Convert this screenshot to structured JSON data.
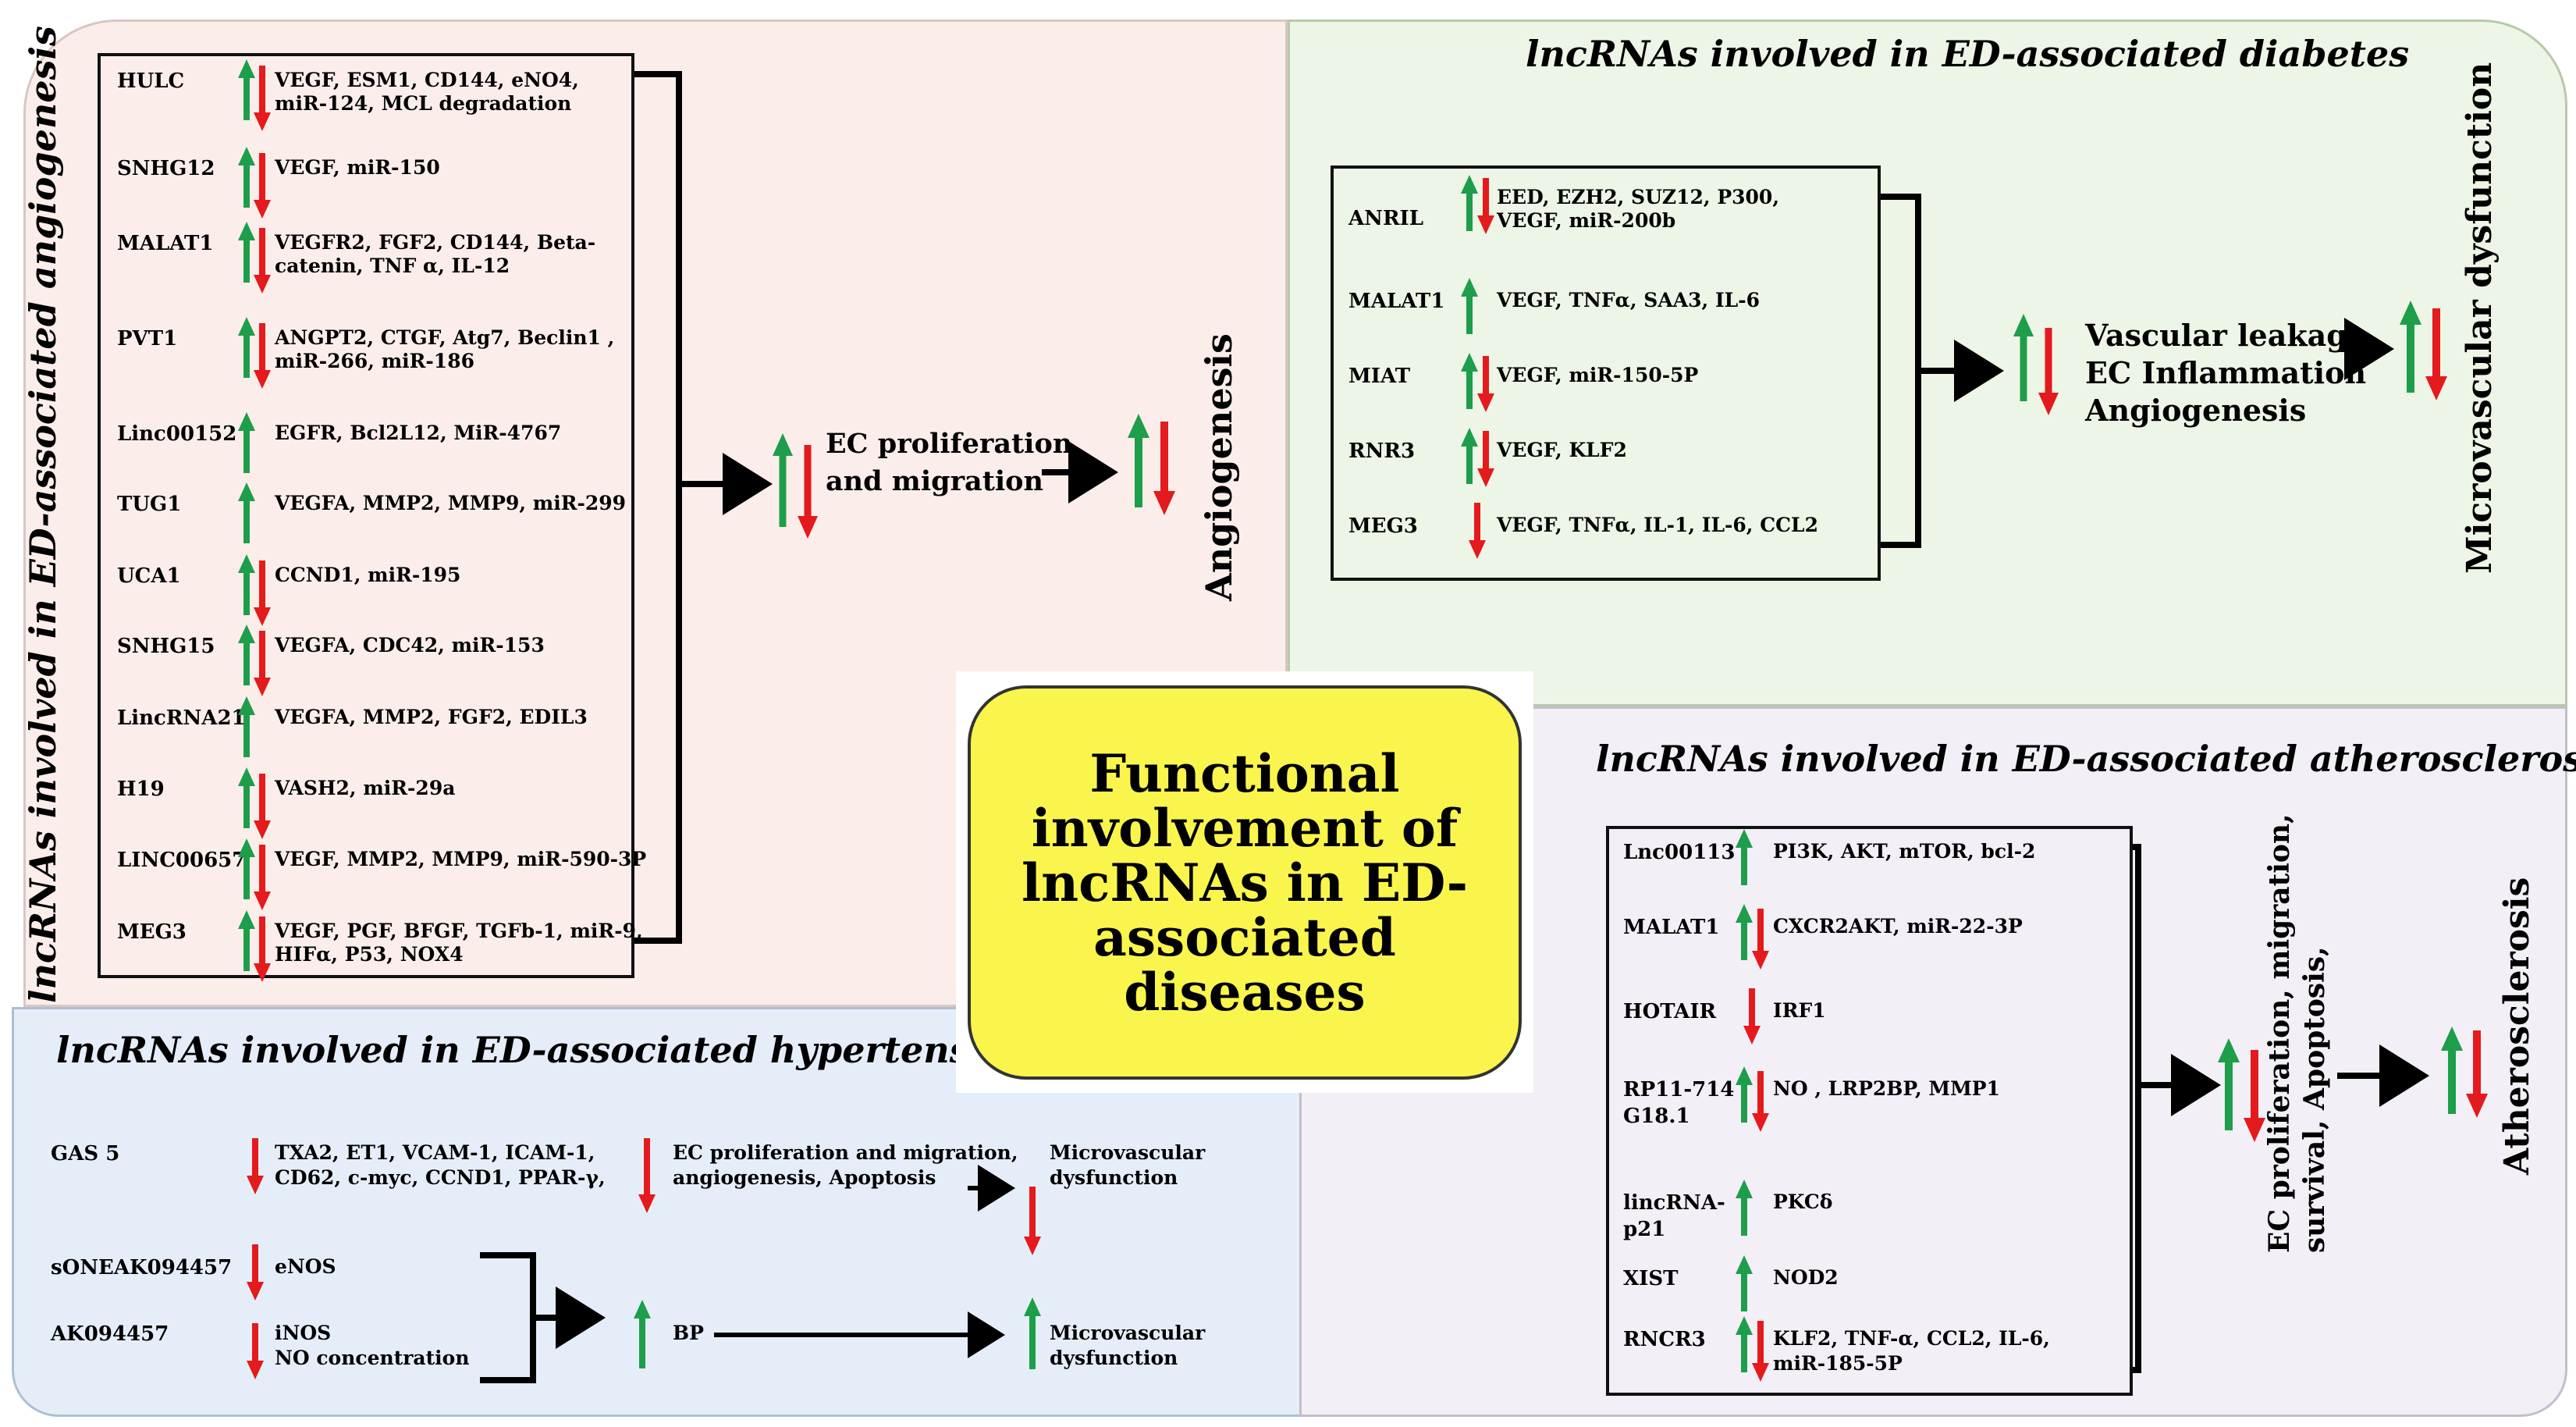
{
  "center": {
    "title": "Functional involvement of lncRNAs in ED-associated diseases"
  },
  "angiogenesis": {
    "title": "lncRNAs involved in ED-associated angiogenesis",
    "items": [
      {
        "name": "HULC",
        "targets": [
          "VEGF, ESM1, CD144, eNO4,",
          "miR-124, MCL degradation"
        ],
        "direction": "both"
      },
      {
        "name": "SNHG12",
        "targets": [
          "VEGF, miR-150"
        ],
        "direction": "both"
      },
      {
        "name": "MALAT1",
        "targets": [
          "VEGFR2, FGF2, CD144, Beta-",
          "catenin, TNF α, IL-12"
        ],
        "direction": "both"
      },
      {
        "name": "PVT1",
        "targets": [
          "ANGPT2, CTGF, Atg7, Beclin1 ,",
          "miR-266, miR-186"
        ],
        "direction": "both"
      },
      {
        "name": "Linc00152",
        "targets": [
          "EGFR, Bcl2L12, MiR-4767"
        ],
        "direction": "up"
      },
      {
        "name": "TUG1",
        "targets": [
          "VEGFA, MMP2, MMP9, miR-299"
        ],
        "direction": "up"
      },
      {
        "name": "UCA1",
        "targets": [
          "CCND1, miR-195"
        ],
        "direction": "both"
      },
      {
        "name": "SNHG15",
        "targets": [
          "VEGFA, CDC42, miR-153"
        ],
        "direction": "both"
      },
      {
        "name": "LincRNA21",
        "targets": [
          "VEGFA, MMP2, FGF2, EDIL3"
        ],
        "direction": "up"
      },
      {
        "name": "H19",
        "targets": [
          "VASH2, miR-29a"
        ],
        "direction": "both"
      },
      {
        "name": "LINC00657",
        "targets": [
          "VEGF, MMP2, MMP9, miR-590-3P"
        ],
        "direction": "both"
      },
      {
        "name": "MEG3",
        "targets": [
          "VEGF, PGF, BFGF, TGFb-1, miR-9,",
          "HIFα, P53, NOX4"
        ],
        "direction": "both"
      }
    ],
    "effect": [
      "EC proliferation",
      "and migration"
    ],
    "outcome": "Angiogenesis"
  },
  "diabetes": {
    "title": "lncRNAs involved in ED-associated diabetes",
    "items": [
      {
        "name": "ANRIL",
        "targets": [
          "EED, EZH2, SUZ12, P300,",
          "VEGF, miR-200b"
        ],
        "direction": "both"
      },
      {
        "name": "MALAT1",
        "targets": [
          "VEGF, TNFα, SAA3, IL-6"
        ],
        "direction": "up"
      },
      {
        "name": "MIAT",
        "targets": [
          "VEGF, miR-150-5P"
        ],
        "direction": "both"
      },
      {
        "name": "RNR3",
        "targets": [
          "VEGF, KLF2"
        ],
        "direction": "both"
      },
      {
        "name": "MEG3",
        "targets": [
          "VEGF, TNFα, IL-1, IL-6, CCL2"
        ],
        "direction": "down"
      }
    ],
    "effect": [
      "Vascular leakage",
      "EC Inflammation",
      "Angiogenesis"
    ],
    "outcome": "Microvascular dysfunction"
  },
  "hypertension": {
    "title": "lncRNAs involved in  ED-associated hypertension",
    "gas5": {
      "name": "GAS 5",
      "targets": [
        "TXA2, ET1, VCAM-1, ICAM-1,",
        "CD62, c-myc, CCND1, PPAR-γ,"
      ]
    },
    "gas5_effect": [
      "EC proliferation and migration,",
      "angiogenesis, Apoptosis"
    ],
    "gas5_outcome": [
      "Microvascular",
      "dysfunction"
    ],
    "soneak": {
      "name": "sONEAK094457",
      "targets": [
        "eNOS"
      ]
    },
    "ak": {
      "name": "AK094457",
      "targets": [
        "iNOS",
        "NO concentration"
      ]
    },
    "bp": "BP",
    "bp_outcome": [
      "Microvascular",
      "dysfunction"
    ]
  },
  "atherosclerosis": {
    "title": "lncRNAs involved in ED-associated atherosclerosis",
    "items": [
      {
        "name": [
          "Lnc00113"
        ],
        "targets": [
          "PI3K, AKT, mTOR, bcl-2"
        ],
        "direction": "up"
      },
      {
        "name": [
          "MALAT1"
        ],
        "targets": [
          "CXCR2AKT, miR-22-3P"
        ],
        "direction": "both"
      },
      {
        "name": [
          "HOTAIR"
        ],
        "targets": [
          "IRF1"
        ],
        "direction": "down"
      },
      {
        "name": [
          "RP11-714",
          "G18.1"
        ],
        "targets": [
          "NO , LRP2BP,  MMP1"
        ],
        "direction": "both"
      },
      {
        "name": [
          "lincRNA-",
          "p21"
        ],
        "targets": [
          "PKCδ"
        ],
        "direction": "up"
      },
      {
        "name": [
          "XIST"
        ],
        "targets": [
          "NOD2"
        ],
        "direction": "up"
      },
      {
        "name": [
          "RNCR3"
        ],
        "targets": [
          "KLF2, TNF-α, CCL2, IL-6,",
          "miR-185-5P"
        ],
        "direction": "both"
      }
    ],
    "effect": [
      "EC proliferation, migration,",
      "survival, Apoptosis,"
    ],
    "outcome": "Atherosclerosis"
  },
  "colors": {
    "up": "#1e9e4a",
    "down": "#e41a1c",
    "center_fill": "#faf54d"
  }
}
